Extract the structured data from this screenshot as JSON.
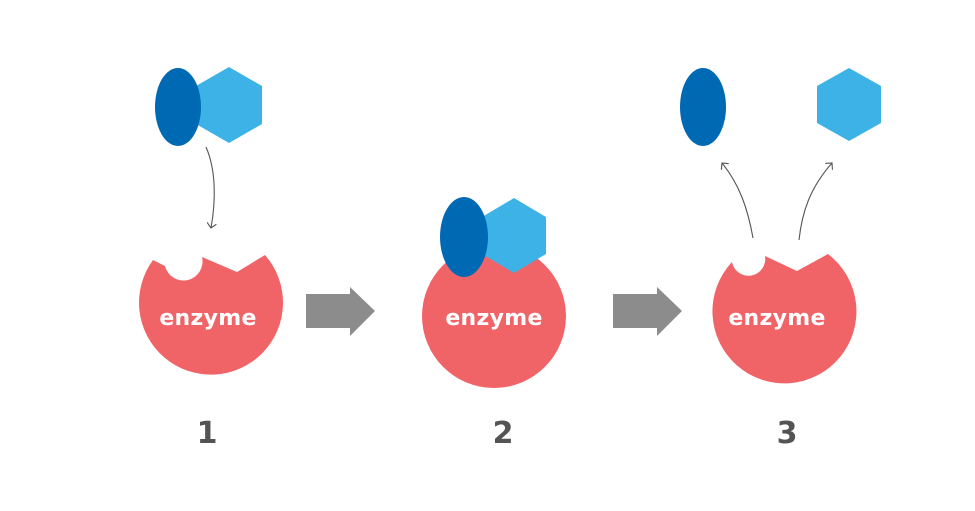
{
  "diagram": {
    "title": "Enzyme-substrate reaction steps",
    "colors": {
      "enzyme": "#f06468",
      "enzyme_text": "#ffffff",
      "ellipse_substrate": "#0069b4",
      "hexagon_substrate": "#3db2e6",
      "process_arrow": "#8c8c8c",
      "motion_arrow": "#555555",
      "step_label": "#545454"
    },
    "steps": [
      {
        "number": "1",
        "enzyme_label": "enzyme",
        "state": "substrate approaching active site"
      },
      {
        "number": "2",
        "enzyme_label": "enzyme",
        "state": "substrate bound to enzyme"
      },
      {
        "number": "3",
        "enzyme_label": "enzyme",
        "state": "products released"
      }
    ],
    "icons": {
      "process_arrow": "block-arrow-right",
      "motion_arrow": "curved-arrow"
    }
  }
}
